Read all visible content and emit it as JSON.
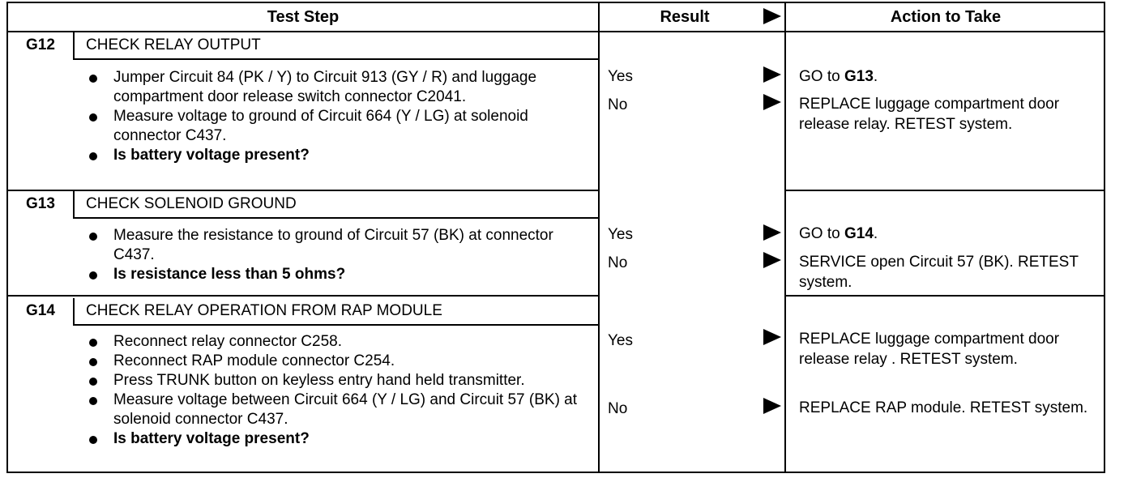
{
  "header": {
    "test_step": "Test Step",
    "result": "Result",
    "action": "Action to Take"
  },
  "steps": [
    {
      "id": "G12",
      "title": "CHECK RELAY OUTPUT",
      "bullets": [
        "Jumper Circuit 84 (PK / Y) to Circuit 913 (GY / R) and luggage compartment door release switch connector C2041.",
        "Measure voltage to ground of Circuit 664 (Y / LG) at solenoid connector C437."
      ],
      "question": "Is battery voltage present?",
      "results": [
        {
          "label": "Yes",
          "action_pre": "GO to ",
          "action_ref": "G13",
          "action_post": "."
        },
        {
          "label": "No",
          "action_pre": "REPLACE luggage compartment door release relay. RETEST system.",
          "action_ref": "",
          "action_post": ""
        }
      ]
    },
    {
      "id": "G13",
      "title": "CHECK SOLENOID GROUND",
      "bullets": [
        "Measure the resistance to ground of Circuit 57 (BK) at connector C437."
      ],
      "question": "Is resistance less than 5 ohms?",
      "results": [
        {
          "label": "Yes",
          "action_pre": "GO to ",
          "action_ref": "G14",
          "action_post": "."
        },
        {
          "label": "No",
          "action_pre": "SERVICE open Circuit 57 (BK). RETEST system.",
          "action_ref": "",
          "action_post": ""
        }
      ]
    },
    {
      "id": "G14",
      "title": "CHECK RELAY OPERATION FROM RAP MODULE",
      "bullets": [
        "Reconnect relay connector C258.",
        "Reconnect RAP module connector C254.",
        "Press TRUNK button on keyless entry hand held transmitter.",
        "Measure voltage between Circuit 664 (Y / LG) and Circuit 57 (BK) at solenoid connector C437."
      ],
      "question": "Is battery voltage present?",
      "results": [
        {
          "label": "Yes",
          "action_pre": "REPLACE luggage compartment door release relay . RETEST system.",
          "action_ref": "",
          "action_post": ""
        },
        {
          "label": "No",
          "action_pre": "REPLACE RAP module. RETEST system.",
          "action_ref": "",
          "action_post": ""
        }
      ]
    }
  ]
}
